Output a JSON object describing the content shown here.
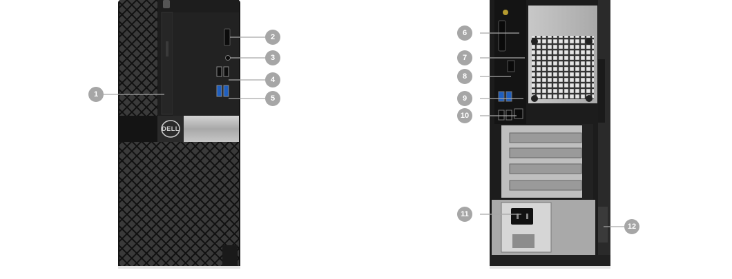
{
  "brand": {
    "logo_text": "DELL"
  },
  "front_callouts": [
    {
      "label": "1"
    },
    {
      "label": "2"
    },
    {
      "label": "3"
    },
    {
      "label": "4"
    },
    {
      "label": "5"
    }
  ],
  "rear_callouts": [
    {
      "label": "6"
    },
    {
      "label": "7"
    },
    {
      "label": "8"
    },
    {
      "label": "9"
    },
    {
      "label": "10"
    },
    {
      "label": "11"
    },
    {
      "label": "12"
    }
  ],
  "colors": {
    "callout_fill": "#a6a6a6",
    "chassis_black": "#1a1a1a",
    "mesh_dark": "#2b2b2b",
    "silver_band": "#b9b9b9",
    "rear_panel_grey": "#bdbdbd",
    "leader_line": "#a6a6a6"
  },
  "icons": [
    "dell-logo",
    "power-button-icon",
    "usb-port-icon",
    "audio-jack-icon",
    "power-socket-icon",
    "ethernet-port-icon"
  ]
}
